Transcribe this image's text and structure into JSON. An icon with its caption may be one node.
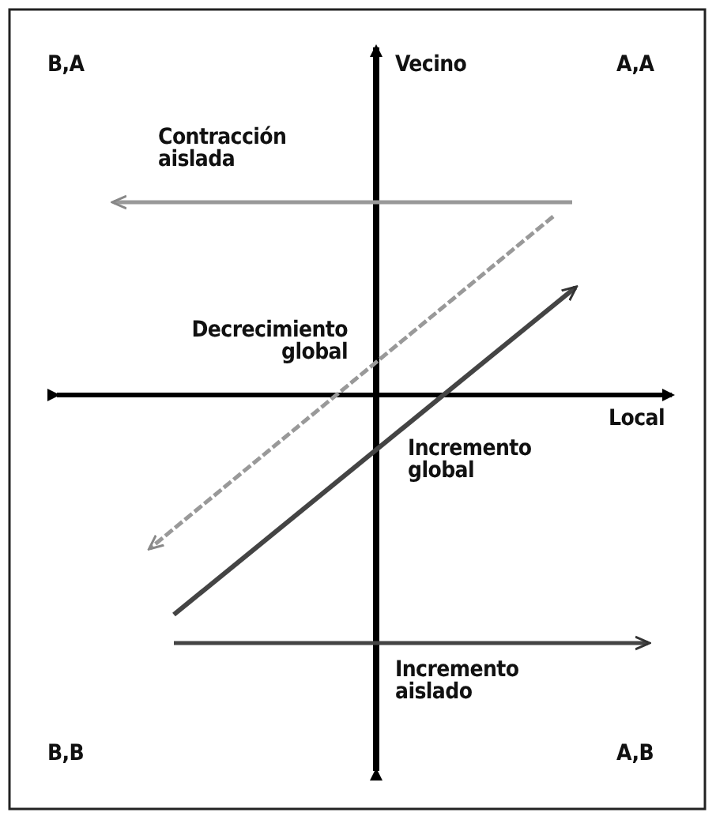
{
  "diagram": {
    "labels": [
      "B,A",
      "Vecino",
      "A,A",
      "Contracción aislada",
      "Decrecimiento global",
      "Local",
      "Incremento global",
      "Incremento aislado",
      "B,B",
      "A,B"
    ]
  }
}
